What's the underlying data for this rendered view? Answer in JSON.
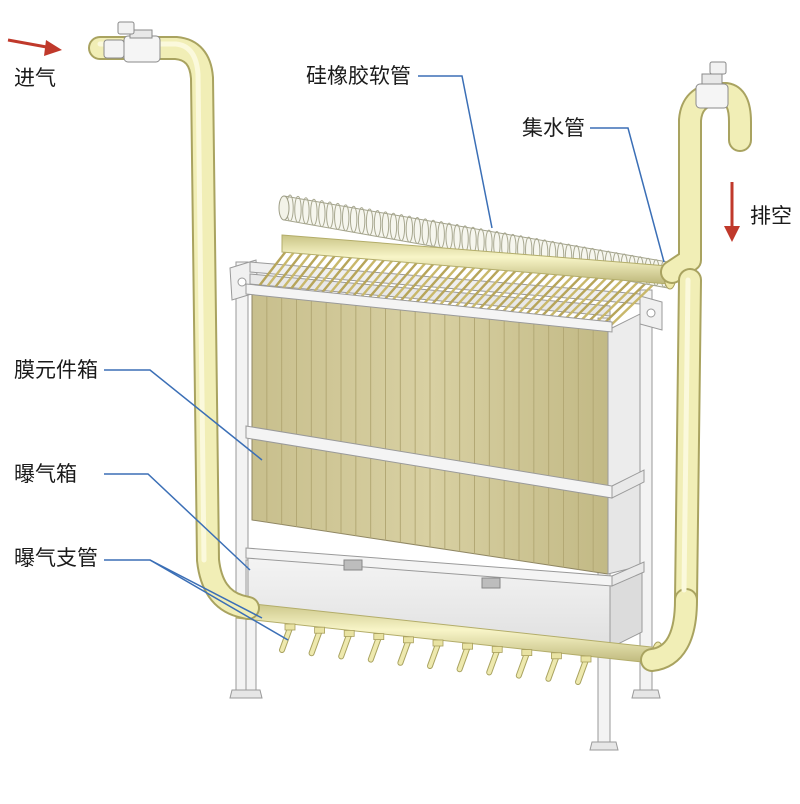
{
  "labels": {
    "inlet": "进气",
    "silicone_hose": "硅橡胶软管",
    "collector_pipe": "集水管",
    "exhaust": "排空",
    "membrane_box": "膜元件箱",
    "aeration_box": "曝气箱",
    "aeration_branch": "曝气支管"
  },
  "colors": {
    "pipe": "#eeeab0",
    "pipe_edge": "#b8b36e",
    "membrane": "#cfc695",
    "membrane_stripe": "#b9ae7a",
    "frame": "#f2f2f2",
    "frame_edge": "#9a9a9a",
    "leader": "#3b6fb6",
    "arrow": "#c0392b",
    "text": "#1b1b1b"
  }
}
